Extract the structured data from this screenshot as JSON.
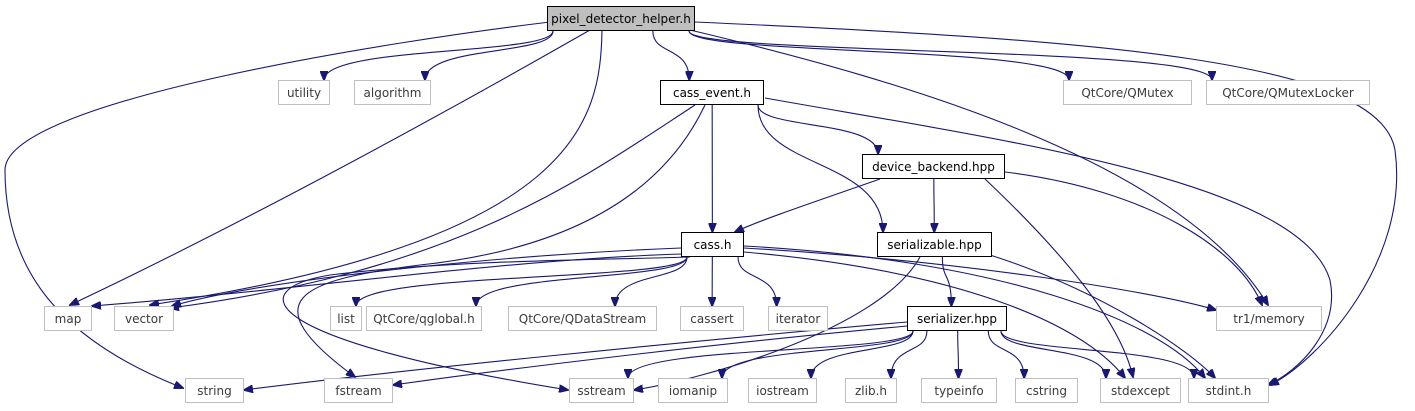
{
  "diagram": {
    "type": "include-dependency-graph",
    "edge_color": "#191970",
    "root_fill": "#bfbfbf",
    "system_border": "#bfbfbf",
    "nodes": [
      {
        "id": "pdh",
        "label": "pixel_detector_helper.h",
        "kind": "root"
      },
      {
        "id": "utility",
        "label": "utility",
        "kind": "system"
      },
      {
        "id": "algorithm",
        "label": "algorithm",
        "kind": "system"
      },
      {
        "id": "cass_event",
        "label": "cass_event.h",
        "kind": "header"
      },
      {
        "id": "qmutex",
        "label": "QtCore/QMutex",
        "kind": "system"
      },
      {
        "id": "qmutexlocker",
        "label": "QtCore/QMutexLocker",
        "kind": "system"
      },
      {
        "id": "device_backend",
        "label": "device_backend.hpp",
        "kind": "header"
      },
      {
        "id": "cass_h",
        "label": "cass.h",
        "kind": "header"
      },
      {
        "id": "serializable",
        "label": "serializable.hpp",
        "kind": "header"
      },
      {
        "id": "map",
        "label": "map",
        "kind": "system"
      },
      {
        "id": "vector",
        "label": "vector",
        "kind": "system"
      },
      {
        "id": "list",
        "label": "list",
        "kind": "system"
      },
      {
        "id": "qglobal",
        "label": "QtCore/qglobal.h",
        "kind": "system"
      },
      {
        "id": "qdatastream",
        "label": "QtCore/QDataStream",
        "kind": "system"
      },
      {
        "id": "cassert",
        "label": "cassert",
        "kind": "system"
      },
      {
        "id": "iterator",
        "label": "iterator",
        "kind": "system"
      },
      {
        "id": "serializer",
        "label": "serializer.hpp",
        "kind": "header"
      },
      {
        "id": "tr1memory",
        "label": "tr1/memory",
        "kind": "system"
      },
      {
        "id": "string",
        "label": "string",
        "kind": "system"
      },
      {
        "id": "fstream",
        "label": "fstream",
        "kind": "system"
      },
      {
        "id": "sstream",
        "label": "sstream",
        "kind": "system"
      },
      {
        "id": "iomanip",
        "label": "iomanip",
        "kind": "system"
      },
      {
        "id": "iostream",
        "label": "iostream",
        "kind": "system"
      },
      {
        "id": "zlib",
        "label": "zlib.h",
        "kind": "system"
      },
      {
        "id": "typeinfo",
        "label": "typeinfo",
        "kind": "system"
      },
      {
        "id": "cstring",
        "label": "cstring",
        "kind": "system"
      },
      {
        "id": "stdexcept",
        "label": "stdexcept",
        "kind": "system"
      },
      {
        "id": "stdint",
        "label": "stdint.h",
        "kind": "system"
      }
    ],
    "edges": [
      {
        "from": "pdh",
        "to": "string"
      },
      {
        "from": "pdh",
        "to": "utility"
      },
      {
        "from": "pdh",
        "to": "algorithm"
      },
      {
        "from": "pdh",
        "to": "map"
      },
      {
        "from": "pdh",
        "to": "vector"
      },
      {
        "from": "pdh",
        "to": "cass_event"
      },
      {
        "from": "pdh",
        "to": "qmutex"
      },
      {
        "from": "pdh",
        "to": "qmutexlocker"
      },
      {
        "from": "pdh",
        "to": "tr1memory"
      },
      {
        "from": "pdh",
        "to": "stdint"
      },
      {
        "from": "cass_event",
        "to": "vector"
      },
      {
        "from": "cass_event",
        "to": "fstream"
      },
      {
        "from": "cass_event",
        "to": "cass_h"
      },
      {
        "from": "cass_event",
        "to": "device_backend"
      },
      {
        "from": "cass_event",
        "to": "serializable"
      },
      {
        "from": "cass_event",
        "to": "stdint"
      },
      {
        "from": "device_backend",
        "to": "cass_h"
      },
      {
        "from": "device_backend",
        "to": "serializable"
      },
      {
        "from": "device_backend",
        "to": "tr1memory"
      },
      {
        "from": "device_backend",
        "to": "stdexcept"
      },
      {
        "from": "cass_h",
        "to": "map"
      },
      {
        "from": "cass_h",
        "to": "vector"
      },
      {
        "from": "cass_h",
        "to": "list"
      },
      {
        "from": "cass_h",
        "to": "qglobal"
      },
      {
        "from": "cass_h",
        "to": "qdatastream"
      },
      {
        "from": "cass_h",
        "to": "cassert"
      },
      {
        "from": "cass_h",
        "to": "iterator"
      },
      {
        "from": "cass_h",
        "to": "sstream"
      },
      {
        "from": "cass_h",
        "to": "tr1memory"
      },
      {
        "from": "cass_h",
        "to": "stdexcept"
      },
      {
        "from": "cass_h",
        "to": "stdint"
      },
      {
        "from": "serializable",
        "to": "serializer"
      },
      {
        "from": "serializable",
        "to": "sstream"
      },
      {
        "from": "serializable",
        "to": "stdint"
      },
      {
        "from": "serializer",
        "to": "string"
      },
      {
        "from": "serializer",
        "to": "fstream"
      },
      {
        "from": "serializer",
        "to": "sstream"
      },
      {
        "from": "serializer",
        "to": "iomanip"
      },
      {
        "from": "serializer",
        "to": "iostream"
      },
      {
        "from": "serializer",
        "to": "zlib"
      },
      {
        "from": "serializer",
        "to": "typeinfo"
      },
      {
        "from": "serializer",
        "to": "cstring"
      },
      {
        "from": "serializer",
        "to": "stdexcept"
      },
      {
        "from": "serializer",
        "to": "stdint"
      }
    ]
  }
}
